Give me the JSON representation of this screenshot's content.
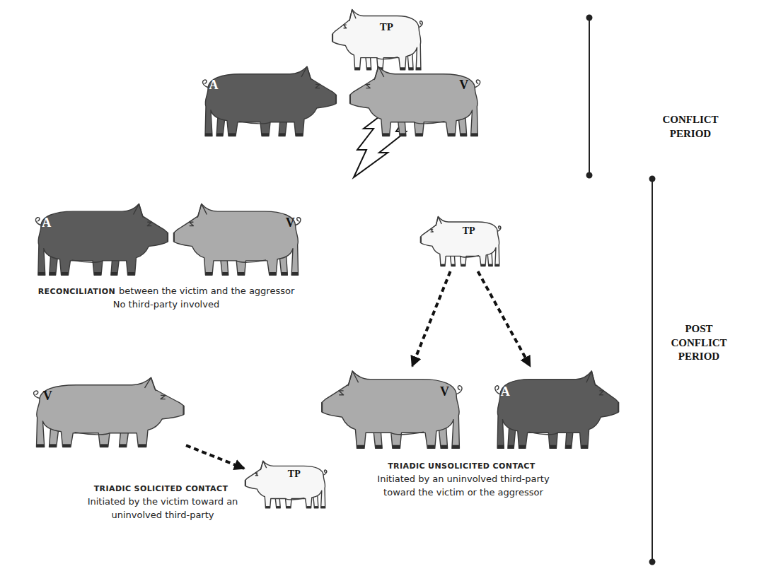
{
  "diagram": {
    "nodes": [
      {
        "text": [
          "TP"
        ]
      },
      {
        "text": [
          "A"
        ]
      },
      {
        "text": [
          "V"
        ]
      },
      {
        "text": [
          "A"
        ]
      },
      {
        "text": [
          "V"
        ]
      },
      {
        "text": [
          "TP"
        ]
      },
      {
        "text": [
          "V"
        ]
      },
      {
        "text": [
          "V"
        ]
      },
      {
        "text": [
          "A"
        ]
      },
      {
        "text": [
          "TP"
        ]
      }
    ],
    "edges": [
      {
        "from": 5,
        "to": 7,
        "arrow": "to"
      },
      {
        "from": 5,
        "to": 8,
        "arrow": "to"
      },
      {
        "from": 6,
        "to": 9,
        "arrow": "to"
      }
    ],
    "labels": [
      "CONFLICT PERIOD",
      "POST CONFLICT PERIOD",
      "RECONCILIATION",
      "between the victim and the aggressor",
      "No third-party involved",
      "TRIADIC UNSOLICITED CONTACT",
      "Initiated by an uninvolved third-party toward the victim or the aggressor",
      "TRIADIC SOLICITED CONTACT",
      "Initiated by the victim toward an uninvolved third-party"
    ]
  }
}
